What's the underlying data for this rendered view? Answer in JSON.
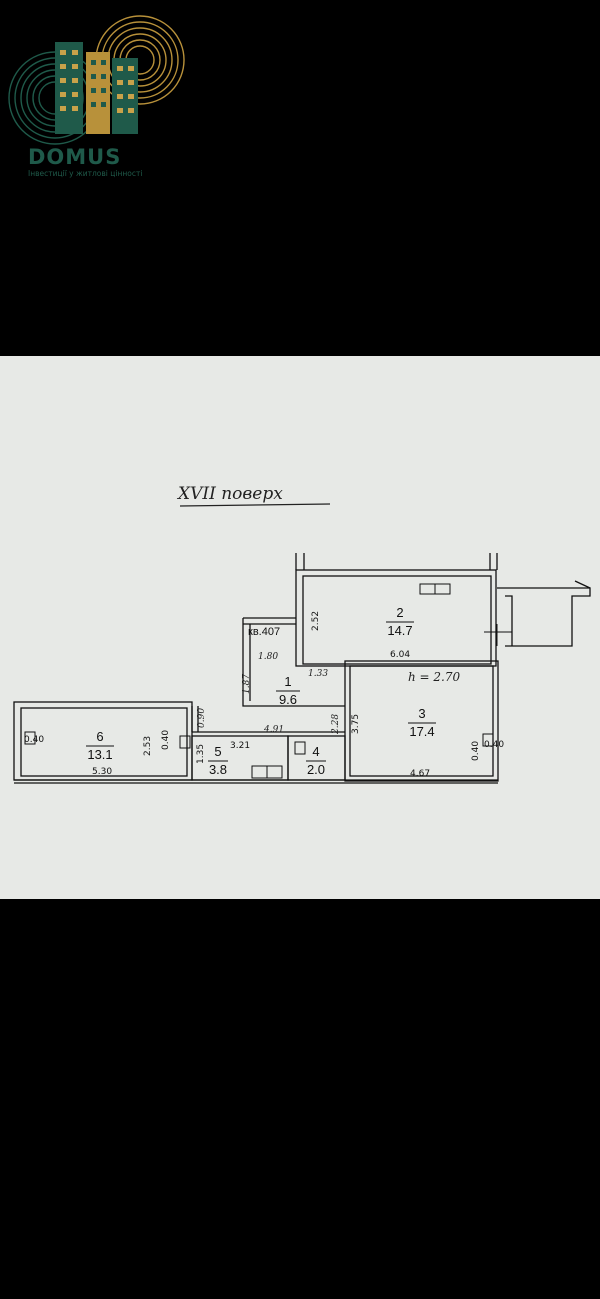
{
  "logo": {
    "brand": "DOMUS",
    "tagline": "Інвестиції у житлові цінності",
    "colors": {
      "dark": "#1f5a4a",
      "gold": "#b8913a"
    }
  },
  "plan": {
    "floor_label": "XVII поверх",
    "apartment_label": "кв.407",
    "ceiling_height": "h = 2.70",
    "rooms": [
      {
        "id": "1",
        "number": "1",
        "area": "9.6"
      },
      {
        "id": "2",
        "number": "2",
        "area": "14.7"
      },
      {
        "id": "3",
        "number": "3",
        "area": "17.4"
      },
      {
        "id": "4",
        "number": "4",
        "area": "2.0"
      },
      {
        "id": "5",
        "number": "5",
        "area": "3.8"
      },
      {
        "id": "6",
        "number": "6",
        "area": "13.1"
      }
    ],
    "dimensions": {
      "room2_height": "2.52",
      "room2_width": "6.04",
      "corridor_top": "1.80",
      "corridor_right_top": "1.33",
      "corridor_left": "1.87",
      "corridor_right": "2.28",
      "corridor_inner": "0.90",
      "corridor_width": "4.91",
      "room3_height": "3.75",
      "room3_width": "4.67",
      "room3_sill": "0.40",
      "room3_sill_b": "0.40",
      "room6_sill_left": "0.40",
      "room6_height": "2.53",
      "room6_sill_right": "0.40",
      "room6_width": "5.30",
      "room5_height": "1.35",
      "room5_width": "3.21"
    }
  }
}
